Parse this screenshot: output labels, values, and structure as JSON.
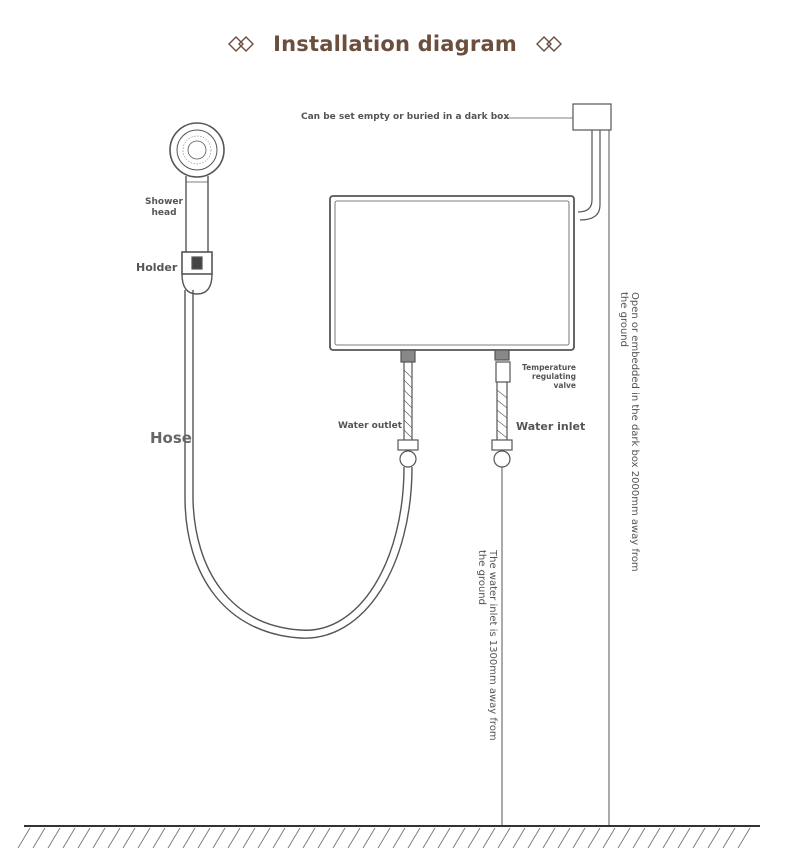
{
  "title": "Installation diagram",
  "labels": {
    "dark_box": "Can be set empty or buried in a dark box",
    "shower_head": "Shower head",
    "holder": "Holder",
    "hose": "Hose",
    "water_outlet": "Water outlet",
    "water_inlet": "Water inlet",
    "temperature_valve": "Temperature regulating valve",
    "inlet_height": "The water inlet is 1300mm away from the ground",
    "box_height": "Open or embedded in the dark box 2000mm away from the ground"
  },
  "colors": {
    "title": "#6b4e3d",
    "line": "#555555",
    "ground": "#333333"
  },
  "icons": {
    "title_decoration": "double-diamond-icon"
  }
}
